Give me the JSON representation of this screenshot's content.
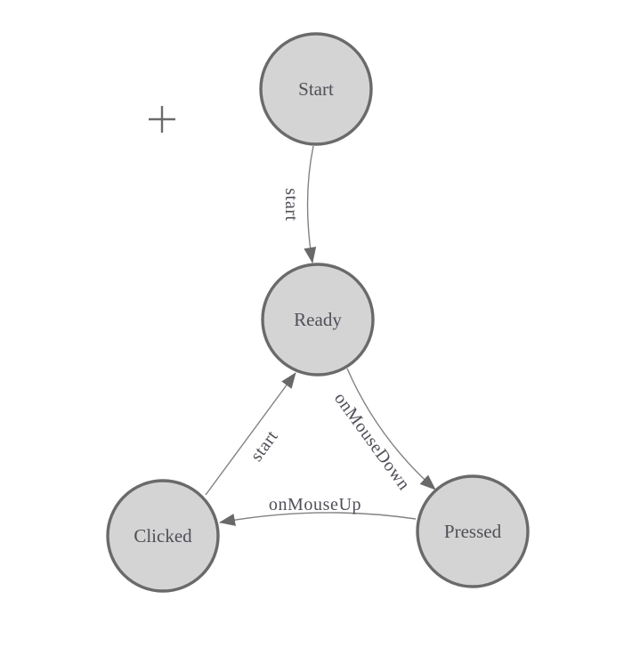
{
  "colors": {
    "background": "#ffffff",
    "node_fill": "#d4d4d4",
    "node_stroke": "#6a6a6a",
    "edge_line": "#828282",
    "arrowhead": "#696969",
    "label_text": "#4f4f58"
  },
  "nodes": {
    "start": {
      "label": "Start"
    },
    "ready": {
      "label": "Ready"
    },
    "clicked": {
      "label": "Clicked"
    },
    "pressed": {
      "label": "Pressed"
    }
  },
  "edges": {
    "start_to_ready": {
      "label": "start",
      "from": "Start",
      "to": "Ready"
    },
    "ready_to_pressed": {
      "label": "onMouseDown",
      "from": "Ready",
      "to": "Pressed"
    },
    "pressed_to_clicked": {
      "label": "onMouseUp",
      "from": "Pressed",
      "to": "Clicked"
    },
    "clicked_to_ready": {
      "label": "start",
      "from": "Clicked",
      "to": "Ready"
    }
  },
  "icons": {
    "crosshair": "plus-crosshair"
  }
}
